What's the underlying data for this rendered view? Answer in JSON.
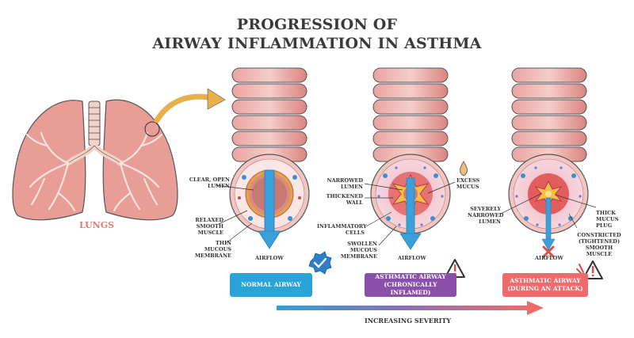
{
  "title_line1": "PROGRESSION OF",
  "title_line2": "AIRWAY INFLAMMATION IN ASTHMA",
  "lungs_label": "LUNGS",
  "normal": {
    "label_lumen_1": "CLEAR, OPEN",
    "label_lumen_2": "LUMEN",
    "label_muscle_1": "RELAXED",
    "label_muscle_2": "SMOOTH MUSCLE",
    "label_membrane_1": "THIN MUCOUS",
    "label_membrane_2": "MEMBRANE",
    "airflow": "AIRFLOW",
    "badge": "NORMAL AIRWAY"
  },
  "chronic": {
    "label_lumen_1": "NARROWED",
    "label_lumen_2": "LUMEN",
    "label_wall_1": "THICKENED",
    "label_wall_2": "WALL",
    "label_cells_1": "INFLAMMATORY",
    "label_cells_2": "CELLS",
    "label_membrane_1": "SWOLLEN MUCOUS",
    "label_membrane_2": "MEMBRANE",
    "label_mucus_1": "EXCESS",
    "label_mucus_2": "MUCUS",
    "airflow": "AIRFLOW",
    "badge_line1": "ASTHMATIC AIRWAY",
    "badge_line2": "(CHRONICALLY INFLAMED)"
  },
  "attack": {
    "label_lumen_1": "SEVERELY",
    "label_lumen_2": "NARROWED",
    "label_lumen_3": "LUMEN",
    "label_plug_1": "THICK",
    "label_plug_2": "MUCUS PLUG",
    "label_muscle_1": "CONSTRICTED",
    "label_muscle_2": "(TIGHTENED)",
    "label_muscle_3": "SMOOTH MUSCLE",
    "airflow": "AIRFLOW",
    "badge_line1": "ASTHMATIC AIRWAY",
    "badge_line2": "(DURING AN ATTACK)"
  },
  "severity_label": "INCREASING SEVERITY",
  "colors": {
    "normal_badge": "#2aa4d8",
    "chronic_badge": "#8a4fa8",
    "attack_badge": "#ef6b6b",
    "airflow_arrow": "#3aa0dc",
    "tissue": "#e8a3a0",
    "lung": "#e89d97"
  }
}
